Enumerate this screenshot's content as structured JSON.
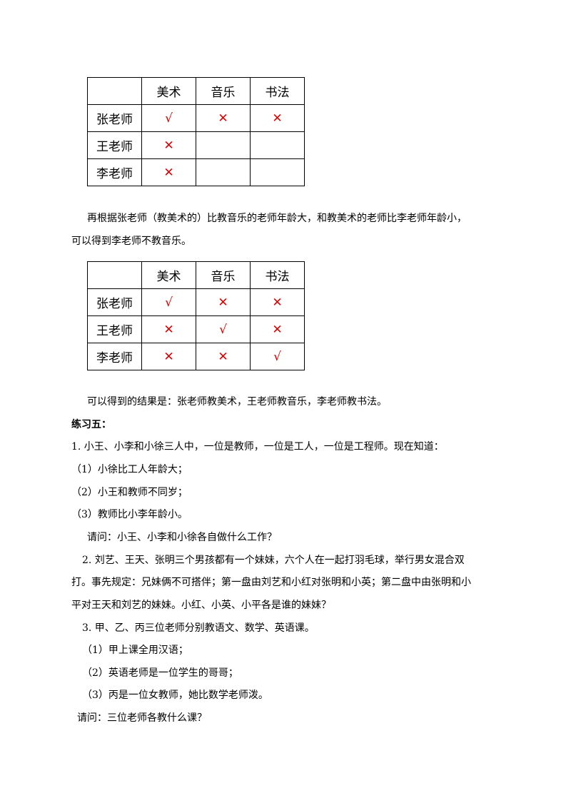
{
  "table1": {
    "headers": [
      "",
      "美术",
      "音乐",
      "书法"
    ],
    "rows": [
      {
        "label": "张老师",
        "cells": [
          "√",
          "✕",
          "✕"
        ]
      },
      {
        "label": "王老师",
        "cells": [
          "✕",
          "",
          ""
        ]
      },
      {
        "label": "李老师",
        "cells": [
          "✕",
          "",
          ""
        ]
      }
    ]
  },
  "para1": {
    "line1": "再根据张老师（教美术的）比教音乐的老师年龄大，和教美术的老师比李老师年龄小，",
    "line2": "可以得到李老师不教音乐。"
  },
  "table2": {
    "headers": [
      "",
      "美术",
      "音乐",
      "书法"
    ],
    "rows": [
      {
        "label": "张老师",
        "cells": [
          "√",
          "✕",
          "✕"
        ]
      },
      {
        "label": "王老师",
        "cells": [
          "✕",
          "√",
          "✕"
        ]
      },
      {
        "label": "李老师",
        "cells": [
          "✕",
          "✕",
          "√"
        ]
      }
    ]
  },
  "result": "可以得到的结果是：张老师教美术，王老师教音乐，李老师教书法。",
  "exercise": {
    "title": "练习五：",
    "q1": {
      "stem": "1. 小王、小李和小徐三人中，一位是教师，一位是工人，一位是工程师。现在知道：",
      "c1": "（1）小徐比工人年龄大；",
      "c2": "（2）小王和教师不同岁；",
      "c3": "（3）教师比小李年龄小。",
      "ask": "请问：小王、小李和小徐各自做什么工作？"
    },
    "q2": {
      "line1": "2. 刘艺、王天、张明三个男孩都有一个妹妹，六个人在一起打羽毛球，举行男女混合双",
      "line2": "打。事先规定：兄妹俩不可搭伴；第一盘由刘艺和小红对张明和小英；第二盘中由张明和小",
      "line3": "平对王天和刘艺的妹妹。小红、小英、小平各是谁的妹妹？"
    },
    "q3": {
      "stem": "3. 甲、乙、丙三位老师分别教语文、数学、英语课。",
      "c1": "（1）甲上课全用汉语；",
      "c2": "（2）英语老师是一位学生的哥哥；",
      "c3": "（3）丙是一位女教师，她比数学老师泼。",
      "ask": "请问：三位老师各教什么课？"
    }
  }
}
